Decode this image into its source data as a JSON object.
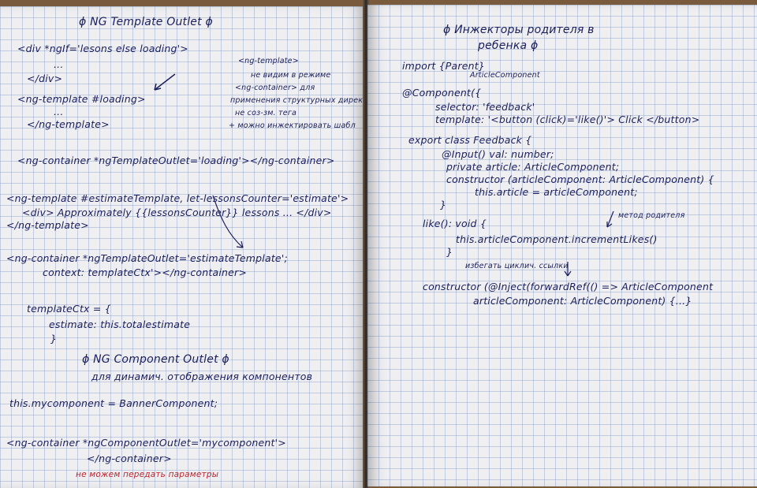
{
  "left_page": {
    "title": "ϕ NG Template Outlet ϕ",
    "lines": {
      "l1": "<div *ngIf='lesons else loading'>",
      "l2": "...",
      "l3": "</div>",
      "l4": "<ng-template #loading>",
      "l5": "...",
      "l6": "</ng-template>",
      "note1": "<ng-template>",
      "note2": "не видим в режиме",
      "note3": "<ng-container> для",
      "note4": "применения структурных дирек",
      "note5": "не соз-зм. тега",
      "note6": "+ можно инжектировать шабл",
      "l7": "<ng-container *ngTemplateOutlet='loading'></ng-container>",
      "l8": "<ng-template #estimateTemplate, let-lessonsCounter='estimate'>",
      "l9": "<div> Approximately {{lessonsCounter}} lessons ... </div>",
      "l10": "</ng-template>",
      "l11": "<ng-container *ngTemplateOutlet='estimateTemplate';",
      "l12": "context: templateCtx'></ng-container>",
      "l13": "templateCtx = {",
      "l14": "estimate: this.totalestimate",
      "l15": "}",
      "subtitle": "ϕ NG Component Outlet ϕ",
      "l16": "для динамич. отображения компонентов",
      "l17": "this.mycomponent = BannerComponent;",
      "l18": "<ng-container *ngComponentOutlet='mycomponent'>",
      "l19": "</ng-container>",
      "red_note": "не можем передать параметры"
    }
  },
  "right_page": {
    "title": "ϕ Инжекторы родителя в",
    "title2": "ребенка ϕ",
    "lines": {
      "r1": "import {Parent}",
      "r2": "ArticleComponent",
      "r3": "@Component({",
      "r4": "selector: 'feedback'",
      "r5": "template: '<button (click)='like()'> Click </button>",
      "r6": "export class Feedback {",
      "r7": "@Input() val: number;",
      "r8": "private article: ArticleComponent;",
      "r9": "constructor (articleComponent: ArticleComponent) {",
      "r10": "this.article = articleComponent;",
      "r11": "}",
      "r12": "like(): void {",
      "r13": "метод родителя",
      "r14": "this.articleComponent.incrementLikes()",
      "r15": "}",
      "r16": "избегать циклич. ссылки",
      "r17": "constructor (@Inject(forwardRef(() => ArticleComponent",
      "r18": "articleComponent: ArticleComponent) {...}"
    }
  },
  "colors": {
    "ink": "#1b1f5e",
    "red_ink": "#c0262d",
    "paper": "#efeef1",
    "grid": "#8ca0c8",
    "desk": "#7a5a3c"
  }
}
